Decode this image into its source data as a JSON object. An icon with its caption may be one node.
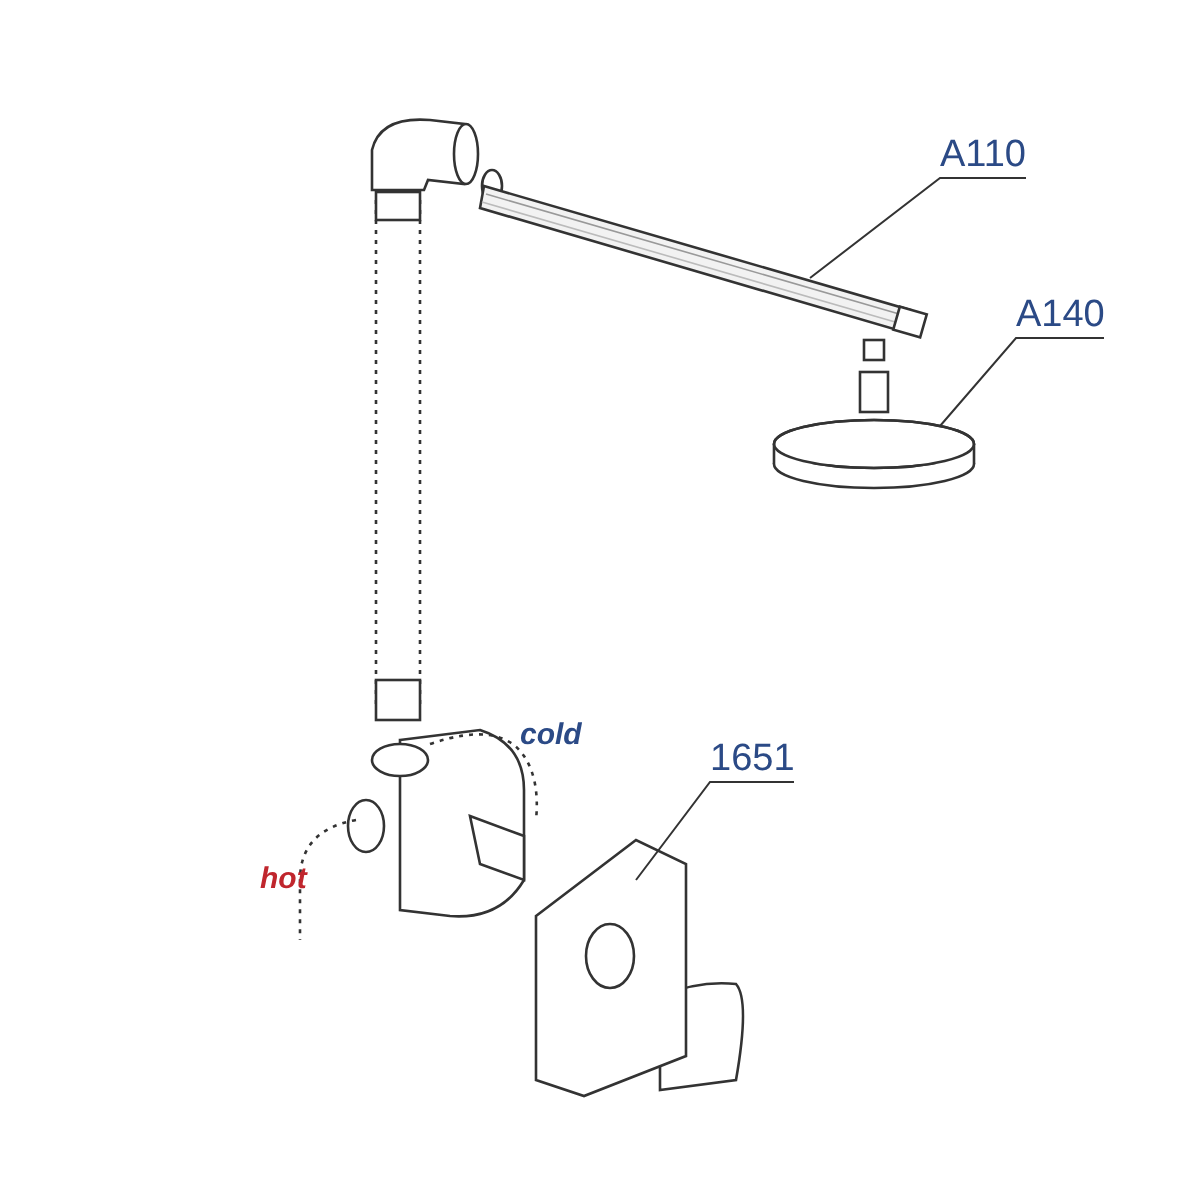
{
  "diagram": {
    "nodes": [
      {
        "text": [
          "A110"
        ]
      },
      {
        "text": [],
        "shape": "picture"
      },
      {
        "text": [
          "A140"
        ]
      },
      {
        "text": [],
        "shape": "picture"
      },
      {
        "text": [
          "1651"
        ]
      },
      {
        "text": [],
        "shape": "picture"
      }
    ],
    "edges": [
      {
        "from": 0,
        "to": 1,
        "arrow": "none"
      },
      {
        "from": 2,
        "to": 3,
        "arrow": "none"
      },
      {
        "from": 4,
        "to": 5,
        "arrow": "none"
      }
    ],
    "labels": [
      "cold",
      "hot"
    ]
  }
}
